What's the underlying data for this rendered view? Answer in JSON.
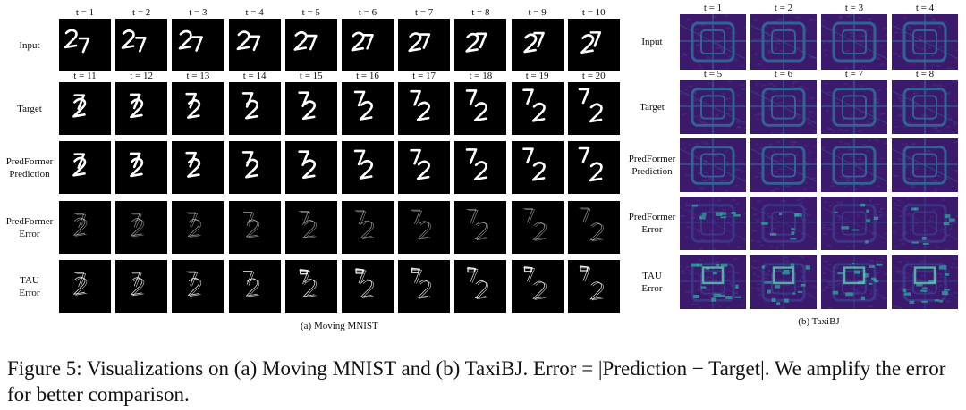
{
  "panels": [
    {
      "id": "mnist",
      "caption": "(a) Moving MNIST",
      "input_steps": [
        "t = 1",
        "t = 2",
        "t = 3",
        "t = 4",
        "t = 5",
        "t = 6",
        "t = 7",
        "t = 8",
        "t = 9",
        "t = 10"
      ],
      "output_steps": [
        "t = 11",
        "t = 12",
        "t = 13",
        "t = 14",
        "t = 15",
        "t = 16",
        "t = 17",
        "t = 18",
        "t = 19",
        "t = 20"
      ],
      "rows": [
        {
          "label": [
            "Input"
          ],
          "kind": "input"
        },
        {
          "label": [
            "Target"
          ],
          "kind": "target"
        },
        {
          "label": [
            "PredFormer",
            "Prediction"
          ],
          "kind": "prediction"
        },
        {
          "label": [
            "PredFormer",
            "Error"
          ],
          "kind": "error"
        },
        {
          "label": [
            "TAU",
            "Error"
          ],
          "kind": "error-strong"
        }
      ]
    },
    {
      "id": "taxibj",
      "caption": "(b) TaxiBJ",
      "input_steps": [
        "t = 1",
        "t = 2",
        "t = 3",
        "t = 4"
      ],
      "output_steps": [
        "t = 5",
        "t = 6",
        "t = 7",
        "t = 8"
      ],
      "rows": [
        {
          "label": [
            "Input"
          ],
          "kind": "input"
        },
        {
          "label": [
            "Target"
          ],
          "kind": "target"
        },
        {
          "label": [
            "PredFormer",
            "Prediction"
          ],
          "kind": "prediction"
        },
        {
          "label": [
            "PredFormer",
            "Error"
          ],
          "kind": "error"
        },
        {
          "label": [
            "TAU",
            "Error"
          ],
          "kind": "error-strong"
        }
      ]
    }
  ],
  "figure_caption": "Figure 5: Visualizations on (a) Moving MNIST and (b) TaxiBJ. Error = |Prediction − Target|. We amplify the error for better comparison.",
  "colors": {
    "mnist_bg": "#000000",
    "mnist_digit": "#ffffff",
    "taxi_bg": "#3b1a6e",
    "taxi_road": "#2f6d96",
    "taxi_hot": "#2fb0a0"
  }
}
